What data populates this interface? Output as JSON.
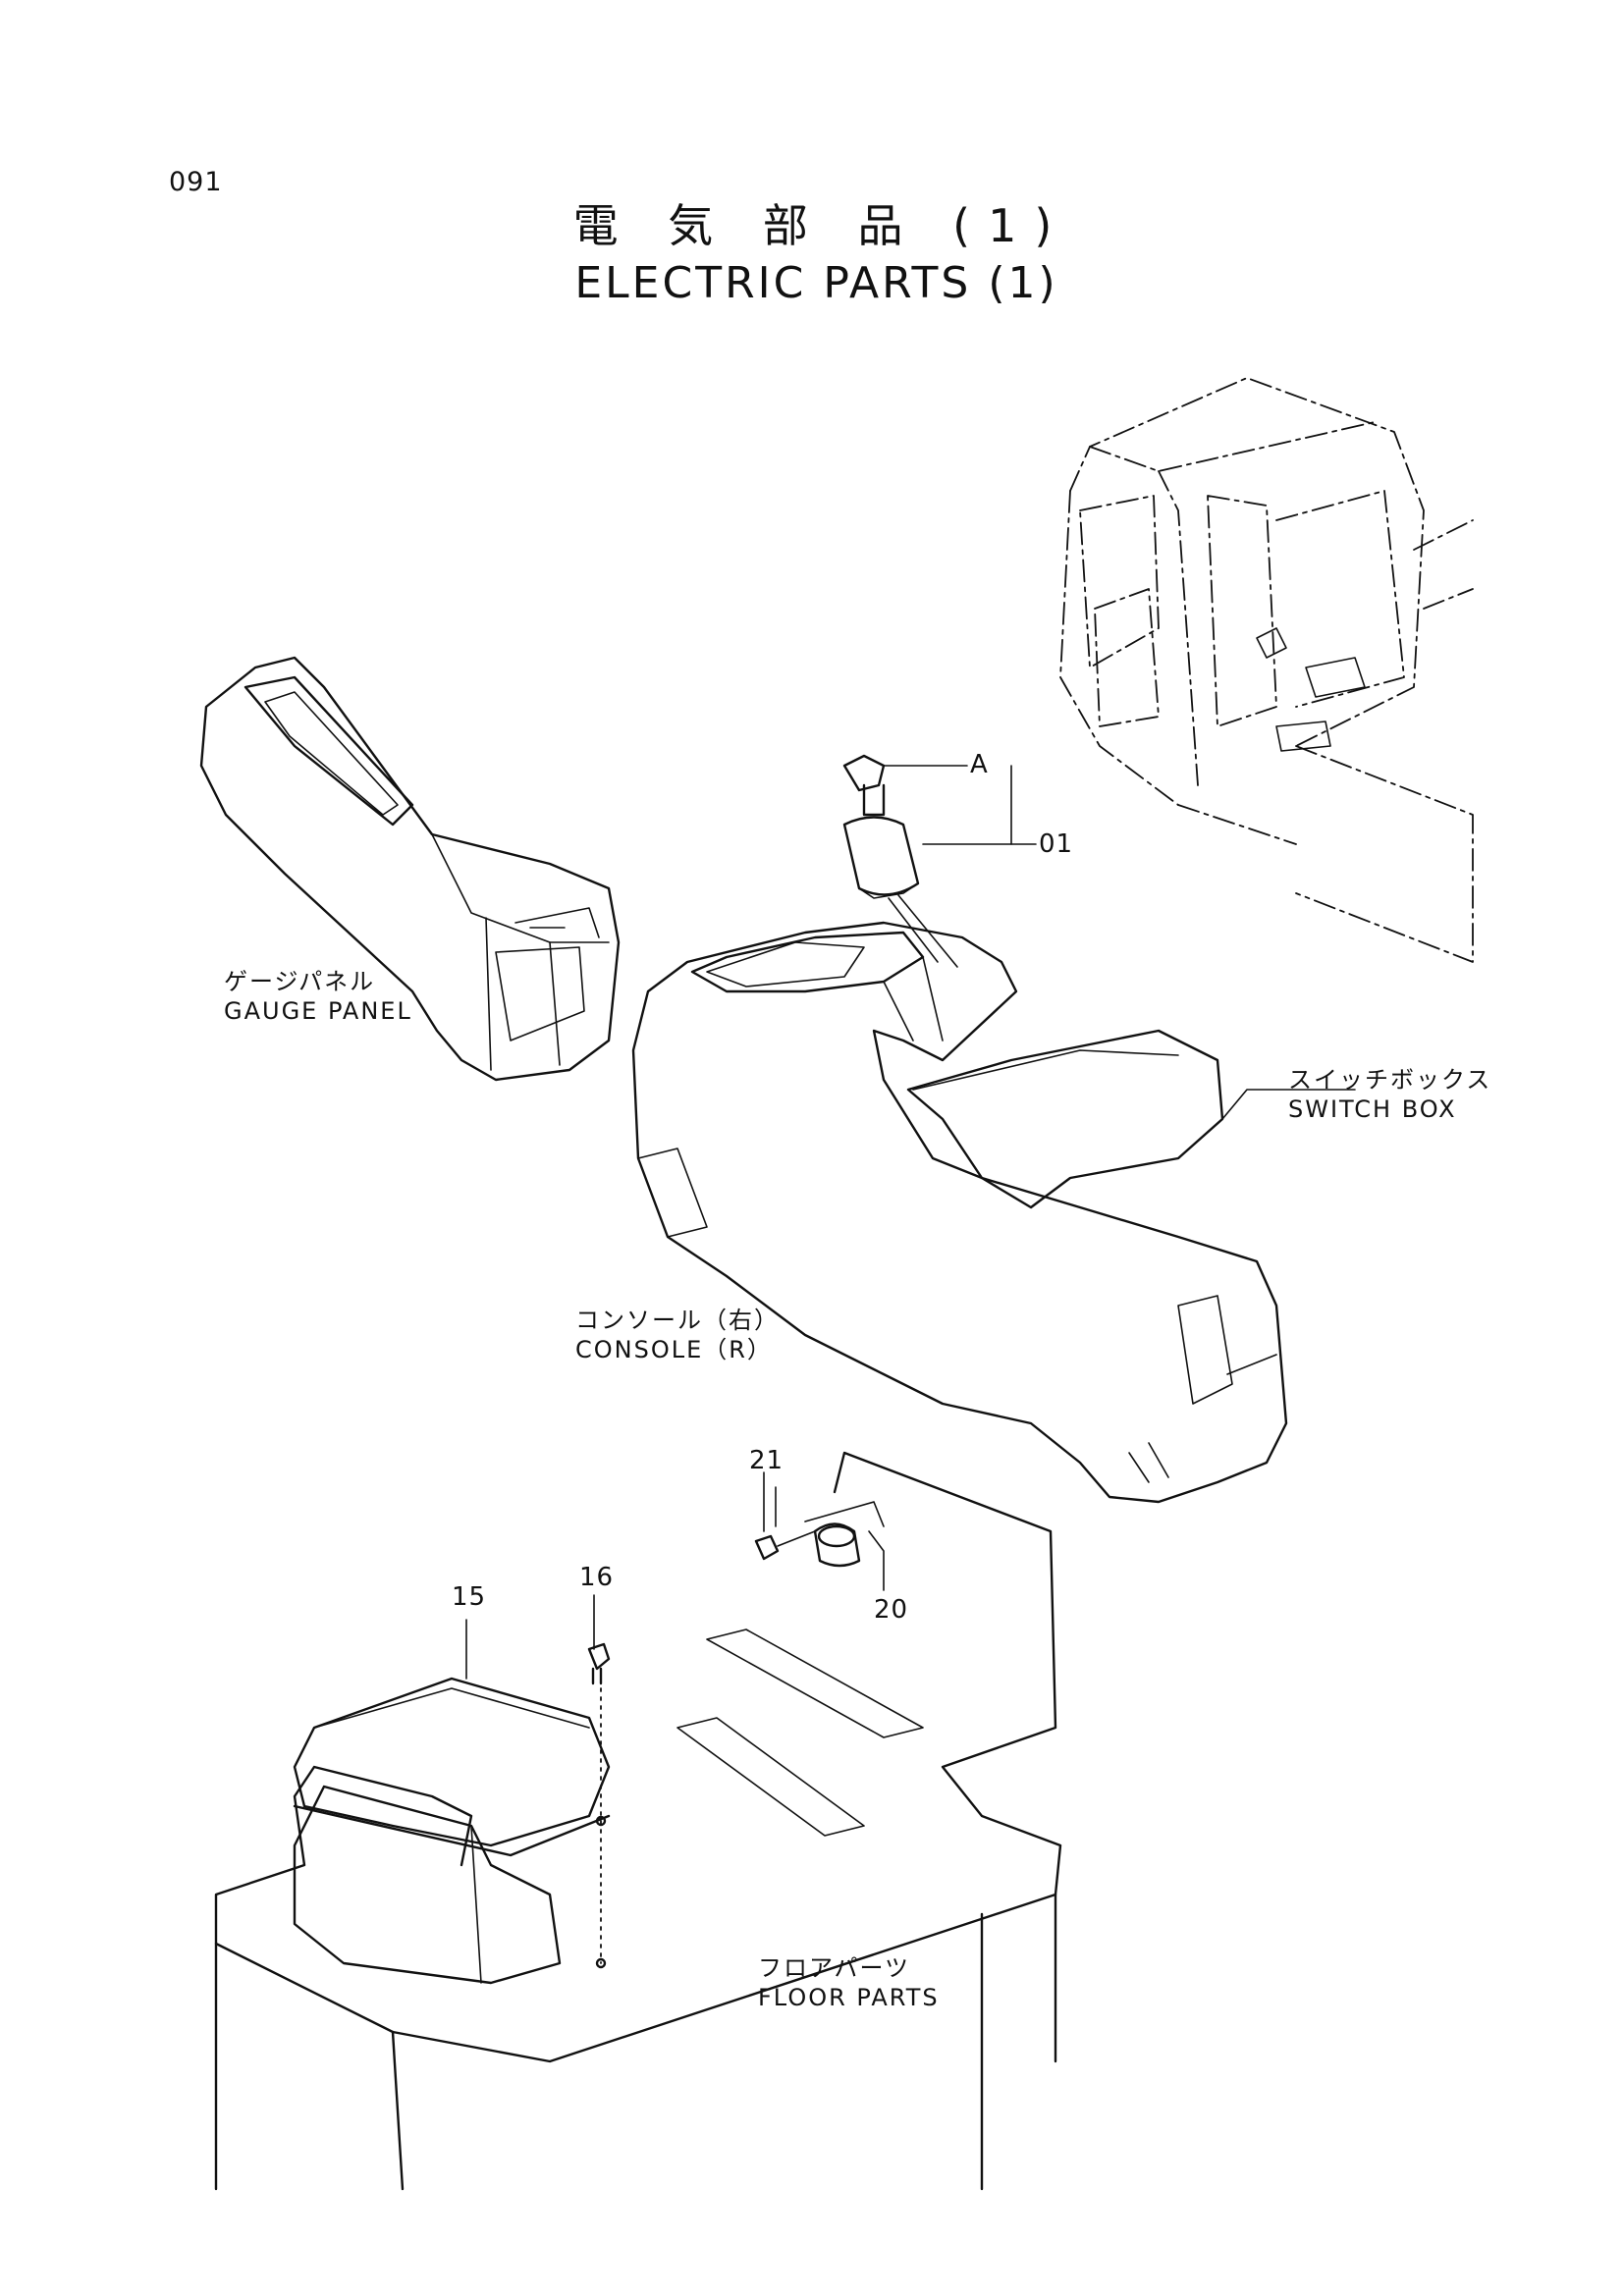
{
  "page_number": "091",
  "title": {
    "japanese": "電 気 部 品 (1)",
    "english": "ELECTRIC PARTS (1)"
  },
  "labels": {
    "gauge_panel": {
      "jp": "ゲージパネル",
      "en": "GAUGE PANEL"
    },
    "switch_box": {
      "jp": "スイッチボックス",
      "en": "SWITCH BOX"
    },
    "console_r": {
      "jp": "コンソール（右）",
      "en": "CONSOLE（R）"
    },
    "floor_parts": {
      "jp": "フロアパーツ",
      "en": "FLOOR PARTS"
    }
  },
  "callouts": {
    "a": "A",
    "p01": "01",
    "p21": "21",
    "p20": "20",
    "p16": "16",
    "p15": "15"
  }
}
